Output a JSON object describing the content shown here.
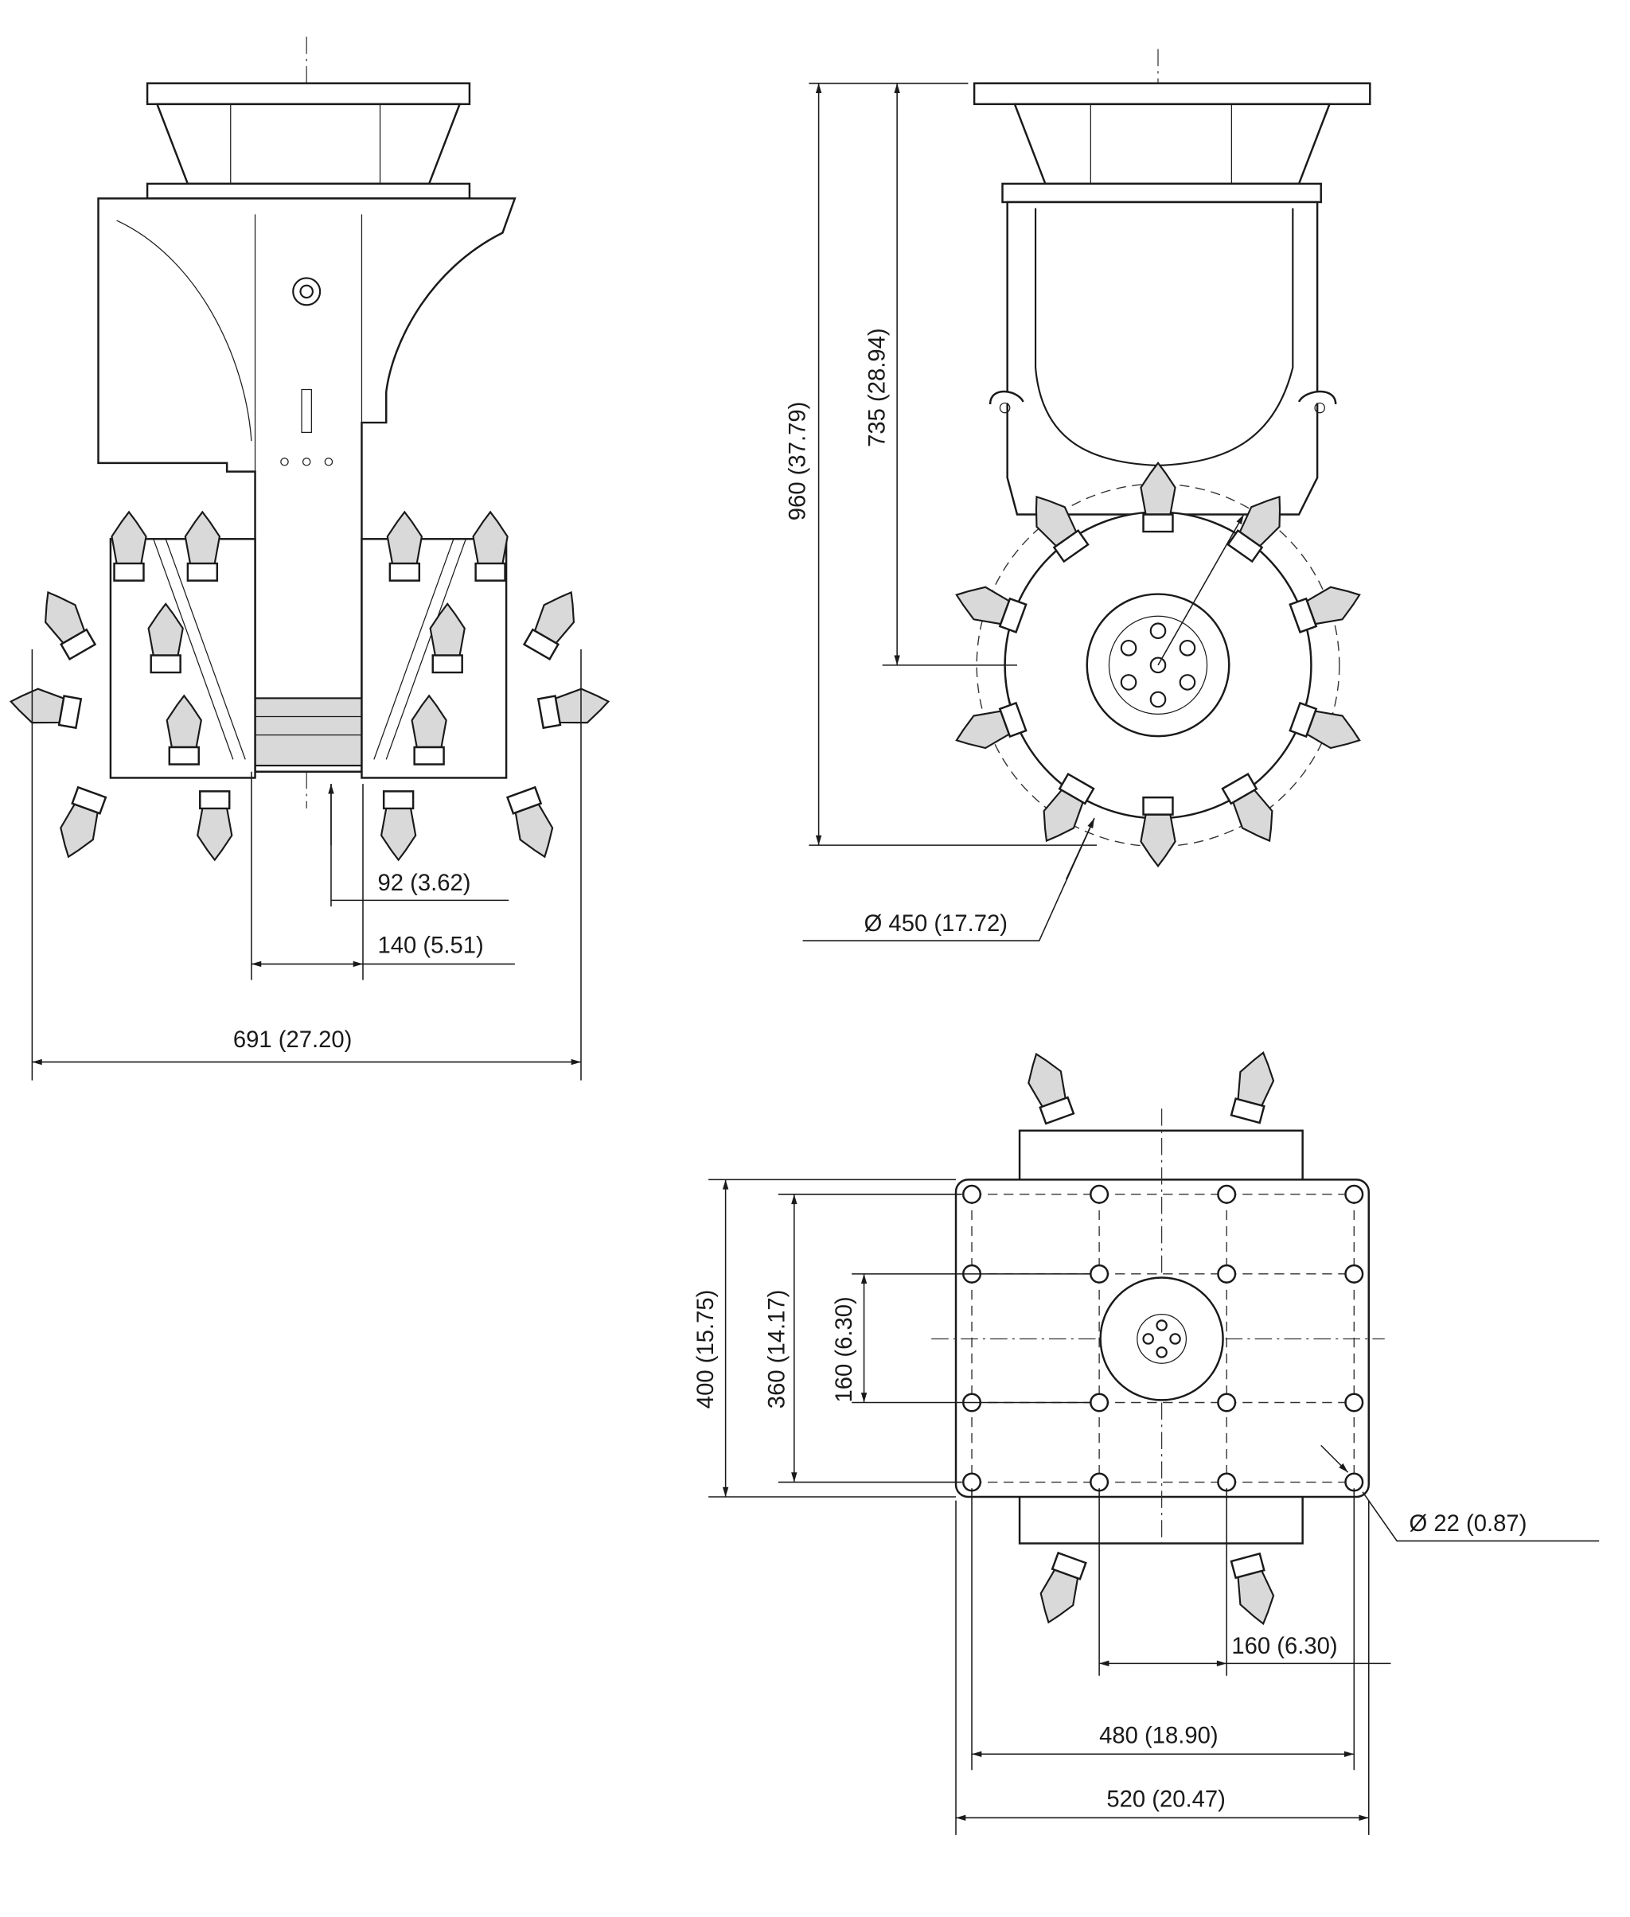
{
  "front_view": {
    "dim_offset": "92 (3.62)",
    "dim_column_width": "140 (5.51)",
    "dim_overall_width": "691 (27.20)"
  },
  "side_view": {
    "dim_overall_height": "960 (37.79)",
    "dim_axis_height": "735 (28.94)",
    "dim_drum_diameter": "Ø 450 (17.72)"
  },
  "bottom_view": {
    "dim_plate_height": "400 (15.75)",
    "dim_hole_spacing_v": "360 (14.17)",
    "dim_inner_spacing_v": "160 (6.30)",
    "dim_hole_diameter": "Ø 22 (0.87)",
    "dim_inner_spacing_h": "160 (6.30)",
    "dim_hole_spacing_h": "480 (18.90)",
    "dim_plate_width": "520 (20.47)"
  }
}
